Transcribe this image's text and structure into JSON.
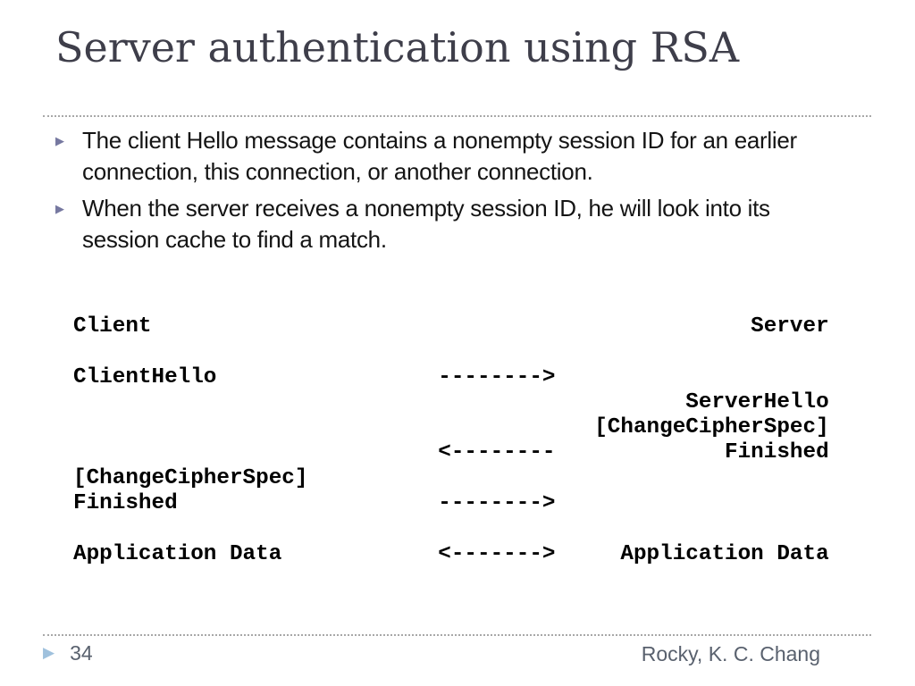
{
  "title": {
    "text": "Server authentication using RSA"
  },
  "bullets": [
    {
      "text": "The client Hello message contains a nonempty session ID for an earlier\nconnection, this connection, or another connection."
    },
    {
      "text": "When the server receives a nonempty session ID, he will look into its\nsession cache to find a match."
    }
  ],
  "diagram": {
    "text": "Client                                              Server\n\nClientHello                 -------->\n                                               ServerHello\n                                        [ChangeCipherSpec]\n                            <--------             Finished\n[ChangeCipherSpec]\nFinished                    -------->\n\nApplication Data            <------->     Application Data"
  },
  "footer": {
    "slide_number": "34",
    "author": "Rocky, K. C. Chang"
  },
  "icons": {
    "bullet_arrow": "▶",
    "footer_arrow": "▶"
  },
  "colors": {
    "title": "#3e3e4a",
    "body_text": "#141414",
    "diagram_text": "#000000",
    "bullet_marker": "#7678a0",
    "footer_arrow": "#9fc1dd",
    "footer_text": "#59616e",
    "divider_dots": "#a8a8a8",
    "background": "#ffffff"
  }
}
